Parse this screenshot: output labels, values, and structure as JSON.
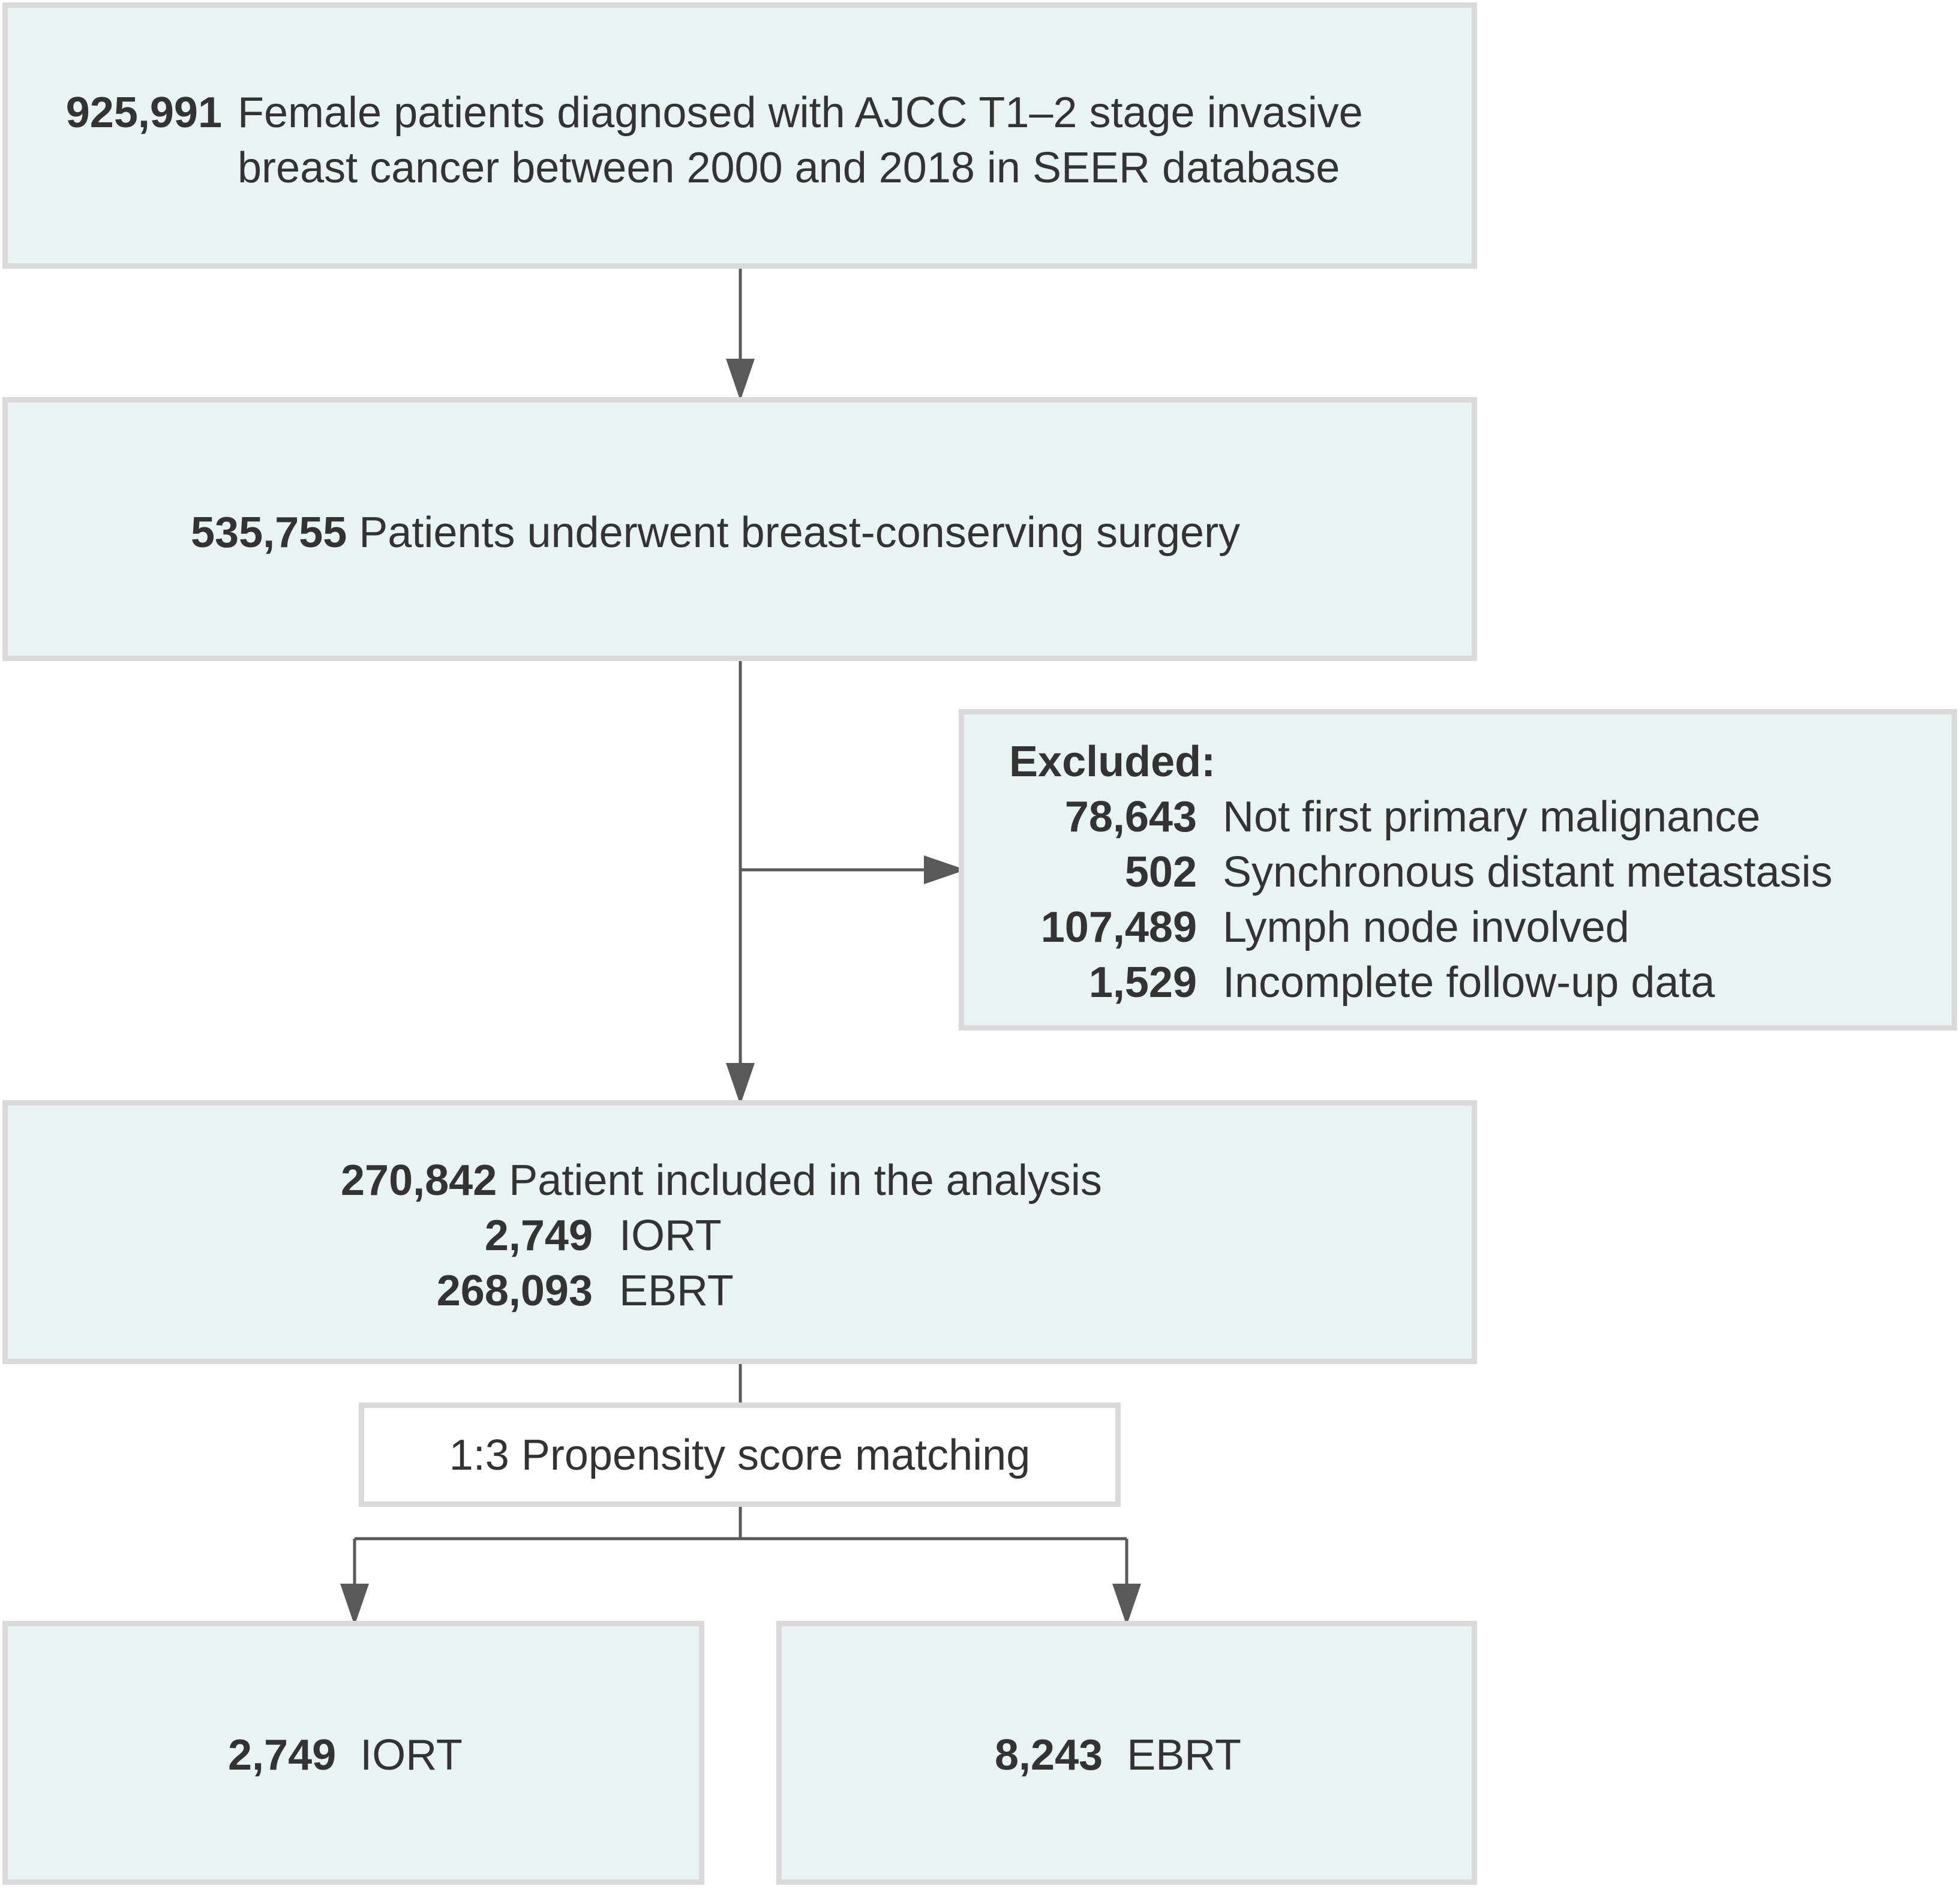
{
  "step1": {
    "count": "925,991",
    "line1": "Female patients diagnosed with AJCC T1–2 stage invasive",
    "line2": "breast cancer between 2000 and 2018 in SEER database"
  },
  "step2": {
    "count": "535,755",
    "label": "Patients underwent breast-conserving surgery"
  },
  "excluded": {
    "heading": "Excluded:",
    "items": [
      {
        "count": "78,643",
        "label": "Not first primary malignance"
      },
      {
        "count": "502",
        "label": "Synchronous distant metastasis"
      },
      {
        "count": "107,489",
        "label": "Lymph node involved"
      },
      {
        "count": "1,529",
        "label": "Incomplete follow-up data"
      }
    ]
  },
  "step3": {
    "count": "270,842",
    "label": "Patient included in the analysis",
    "groups": [
      {
        "count": "2,749",
        "label": "IORT"
      },
      {
        "count": "268,093",
        "label": "EBRT"
      }
    ]
  },
  "matching": {
    "label": "1:3 Propensity score matching"
  },
  "final": {
    "left": {
      "count": "2,749",
      "label": "IORT"
    },
    "right": {
      "count": "8,243",
      "label": "EBRT"
    }
  },
  "colors": {
    "box_fill": "#eaf3f4",
    "box_border": "#dadada",
    "arrow": "#595959",
    "text": "#333333"
  }
}
